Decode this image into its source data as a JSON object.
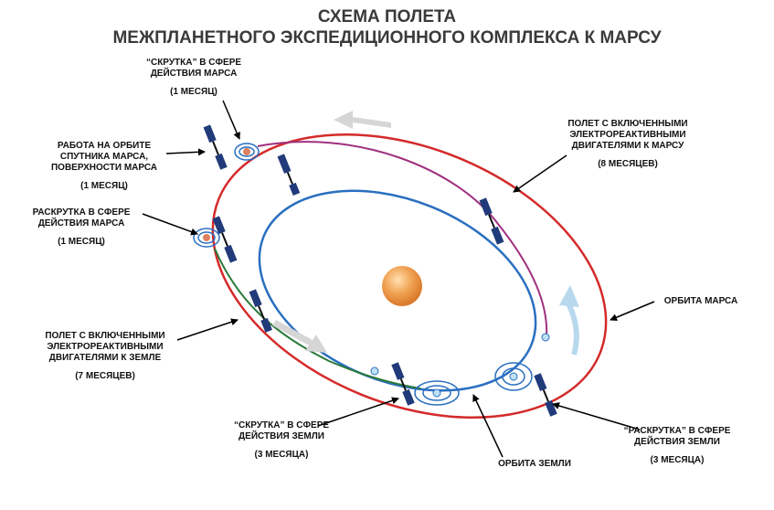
{
  "title": {
    "line1": "СХЕМА ПОЛЕТА",
    "line2": "МЕЖПЛАНЕТНОГО ЭКСПЕДИЦИОННОГО КОМПЛЕКСА К МАРСУ"
  },
  "labels": {
    "mars_twist": {
      "line1": "“СКРУТКА” В СФЕРЕ",
      "line2": "ДЕЙСТВИЯ МАРСА",
      "duration": "(1 МЕСЯЦ)"
    },
    "mars_orbit_work": {
      "line1": "РАБОТА НА ОРБИТЕ",
      "line2": "СПУТНИКА МАРСА,",
      "line3": "ПОВЕРХНОСТИ МАРСА",
      "duration": "(1 МЕСЯЦ)"
    },
    "mars_untwist": {
      "line1": "РАСКРУТКА В СФЕРЕ",
      "line2": "ДЕЙСТВИЯ МАРСА",
      "duration": "(1 МЕСЯЦ)"
    },
    "flight_to_earth": {
      "line1": "ПОЛЕТ С ВКЛЮЧЕННЫМИ",
      "line2": "ЭЛЕКТРОРЕАКТИВНЫМИ",
      "line3": "ДВИГАТЕЛЯМИ К ЗЕМЛЕ",
      "duration": "(7 МЕСЯЦЕВ)"
    },
    "flight_to_mars": {
      "line1": "ПОЛЕТ С ВКЛЮЧЕННЫМИ",
      "line2": "ЭЛЕКТРОРЕАКТИВНЫМИ",
      "line3": "ДВИГАТЕЛЯМИ К МАРСУ",
      "duration": "(8 МЕСЯЦЕВ)"
    },
    "mars_orbit": {
      "line1": "ОРБИТА МАРСА"
    },
    "earth_twist": {
      "line1": "“СКРУТКА” В СФЕРЕ",
      "line2": "ДЕЙСТВИЯ ЗЕМЛИ",
      "duration": "(3 МЕСЯЦА)"
    },
    "earth_orbit": {
      "line1": "ОРБИТА ЗЕМЛИ"
    },
    "earth_untwist": {
      "line1": "“РАСКРУТКА” В СФЕРЕ",
      "line2": "ДЕЙСТВИЯ ЗЕМЛИ",
      "duration": "(3 МЕСЯЦА)"
    }
  },
  "colors": {
    "mars_orbit": "#d42a2a",
    "earth_orbit": "#2a6fc0",
    "path_to_mars": "#a0307f",
    "path_to_earth": "#2a7a3a",
    "sun": "#f0a050",
    "spacecraft_panel": "#203a7a",
    "direction_arrow": "#b8d8ee",
    "grey_arrow": "#d0d0d0"
  }
}
